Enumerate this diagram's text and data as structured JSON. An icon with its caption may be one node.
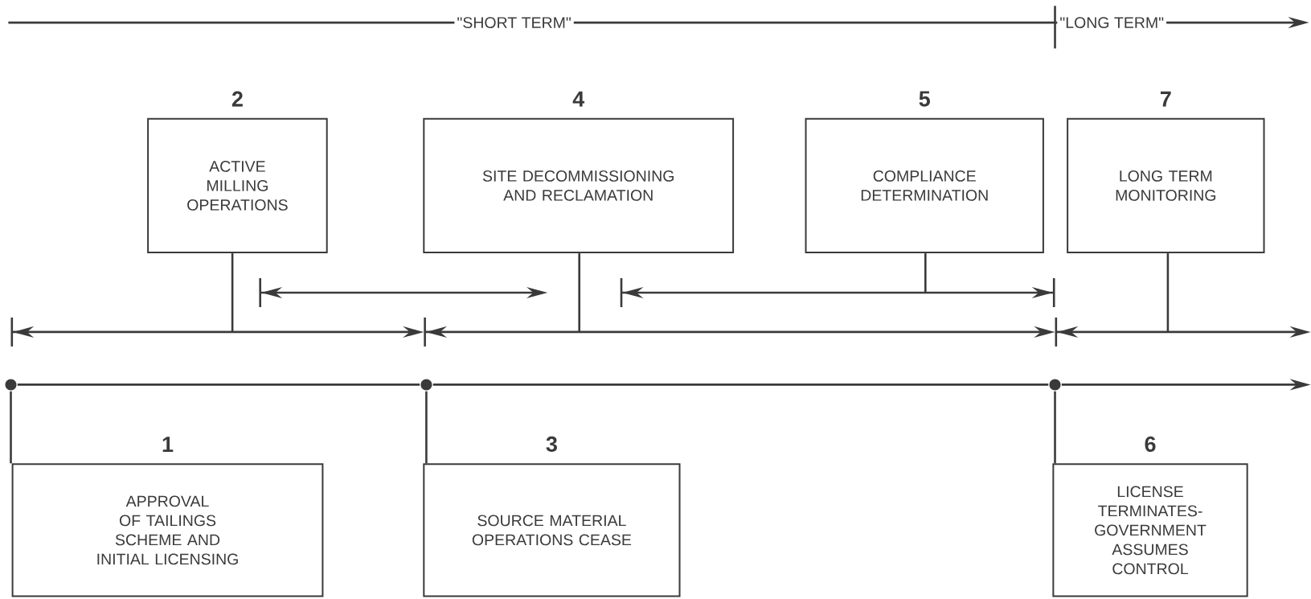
{
  "diagram": {
    "nodes": [
      {
        "text": [
          "2",
          "ACTIVE MILLING OPERATIONS"
        ]
      },
      {
        "text": [
          "4",
          "SITE DECOMMISSIONING AND RECLAMATION"
        ]
      },
      {
        "text": [
          "5",
          "COMPLIANCE DETERMINATION"
        ]
      },
      {
        "text": [
          "7",
          "LONG TERM MONITORING"
        ]
      },
      {
        "text": [
          "1",
          "APPROVAL OF TAILINGS SCHEME AND INITIAL LICENSING"
        ]
      },
      {
        "text": [
          "3",
          "SOURCE MATERIAL OPERATIONS CEASE"
        ]
      },
      {
        "text": [
          "6",
          "LICENSE TERMINATES- GOVERNMENT ASSUMES CONTROL"
        ]
      },
      {
        "text": [],
        "shape": "circle"
      },
      {
        "text": [],
        "shape": "circle"
      },
      {
        "text": [],
        "shape": "circle"
      }
    ],
    "edges": [
      {
        "from": 0,
        "to": null,
        "arrow": "none"
      },
      {
        "from": 1,
        "to": null,
        "arrow": "none"
      },
      {
        "from": 2,
        "to": null,
        "arrow": "none"
      },
      {
        "from": 3,
        "to": null,
        "arrow": "none"
      },
      {
        "from": 4,
        "to": 7,
        "arrow": "none"
      },
      {
        "from": 5,
        "to": 8,
        "arrow": "none"
      },
      {
        "from": 6,
        "to": 9,
        "arrow": "none"
      },
      {
        "from": 7,
        "to": 8,
        "arrow": "none"
      },
      {
        "from": 8,
        "to": 9,
        "arrow": "none"
      },
      {
        "from": 9,
        "to": null,
        "arrow": "to"
      }
    ],
    "labels": [
      "\"SHORT TERM\"",
      "\"LONG TERM\""
    ]
  }
}
